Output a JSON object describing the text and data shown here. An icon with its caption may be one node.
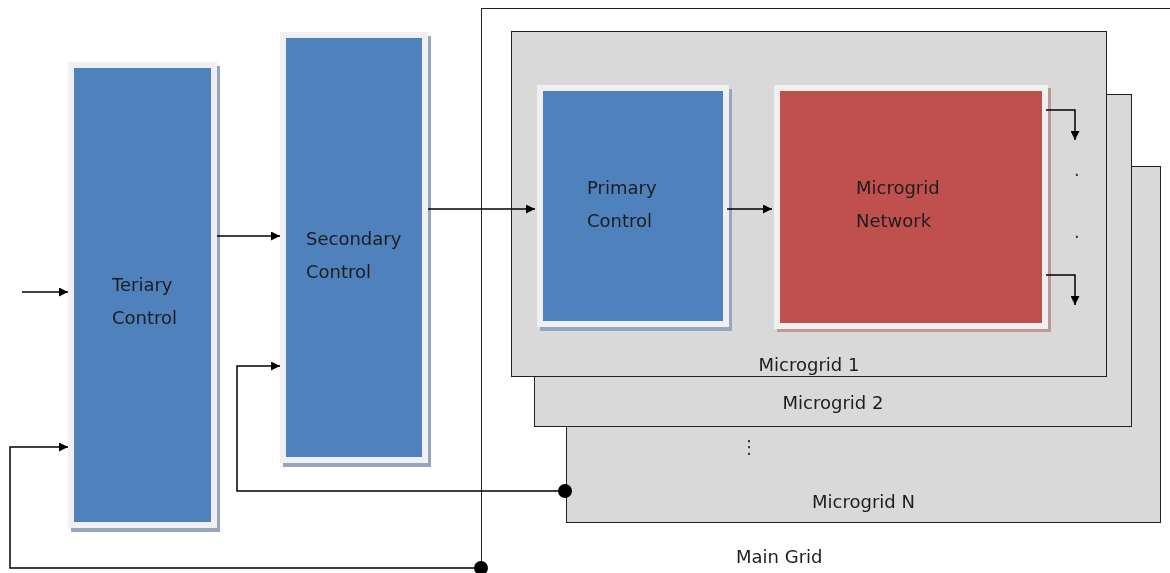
{
  "diagram": {
    "nodes": [
      {
        "text": [
          "Teriary Control"
        ]
      },
      {
        "text": [
          "Secondary Control"
        ]
      },
      {
        "text": [
          "Main Grid"
        ]
      },
      {
        "text": [
          "Microgrid 1"
        ],
        "in": 2
      },
      {
        "text": [
          "Primary Control"
        ],
        "in": 3
      },
      {
        "text": [
          "Microgrid Network"
        ],
        "in": 3
      },
      {
        "text": [
          "Microgrid 2"
        ],
        "in": 2
      },
      {
        "text": [
          "Microgrid N"
        ],
        "in": 2
      }
    ],
    "edges": [
      {
        "from": null,
        "to": 0,
        "arrow": "to"
      },
      {
        "from": 0,
        "to": 1,
        "arrow": "to"
      },
      {
        "from": 1,
        "to": 4,
        "arrow": "to"
      },
      {
        "from": 4,
        "to": 5,
        "arrow": "to"
      },
      {
        "from": 5,
        "to": null,
        "arrow": "to"
      },
      {
        "from": 5,
        "to": null,
        "arrow": "to"
      },
      {
        "from": 7,
        "to": 1,
        "arrow": "to"
      },
      {
        "from": 2,
        "to": 0,
        "arrow": "to"
      }
    ],
    "labels": [
      ".",
      ".",
      "⋮"
    ]
  }
}
